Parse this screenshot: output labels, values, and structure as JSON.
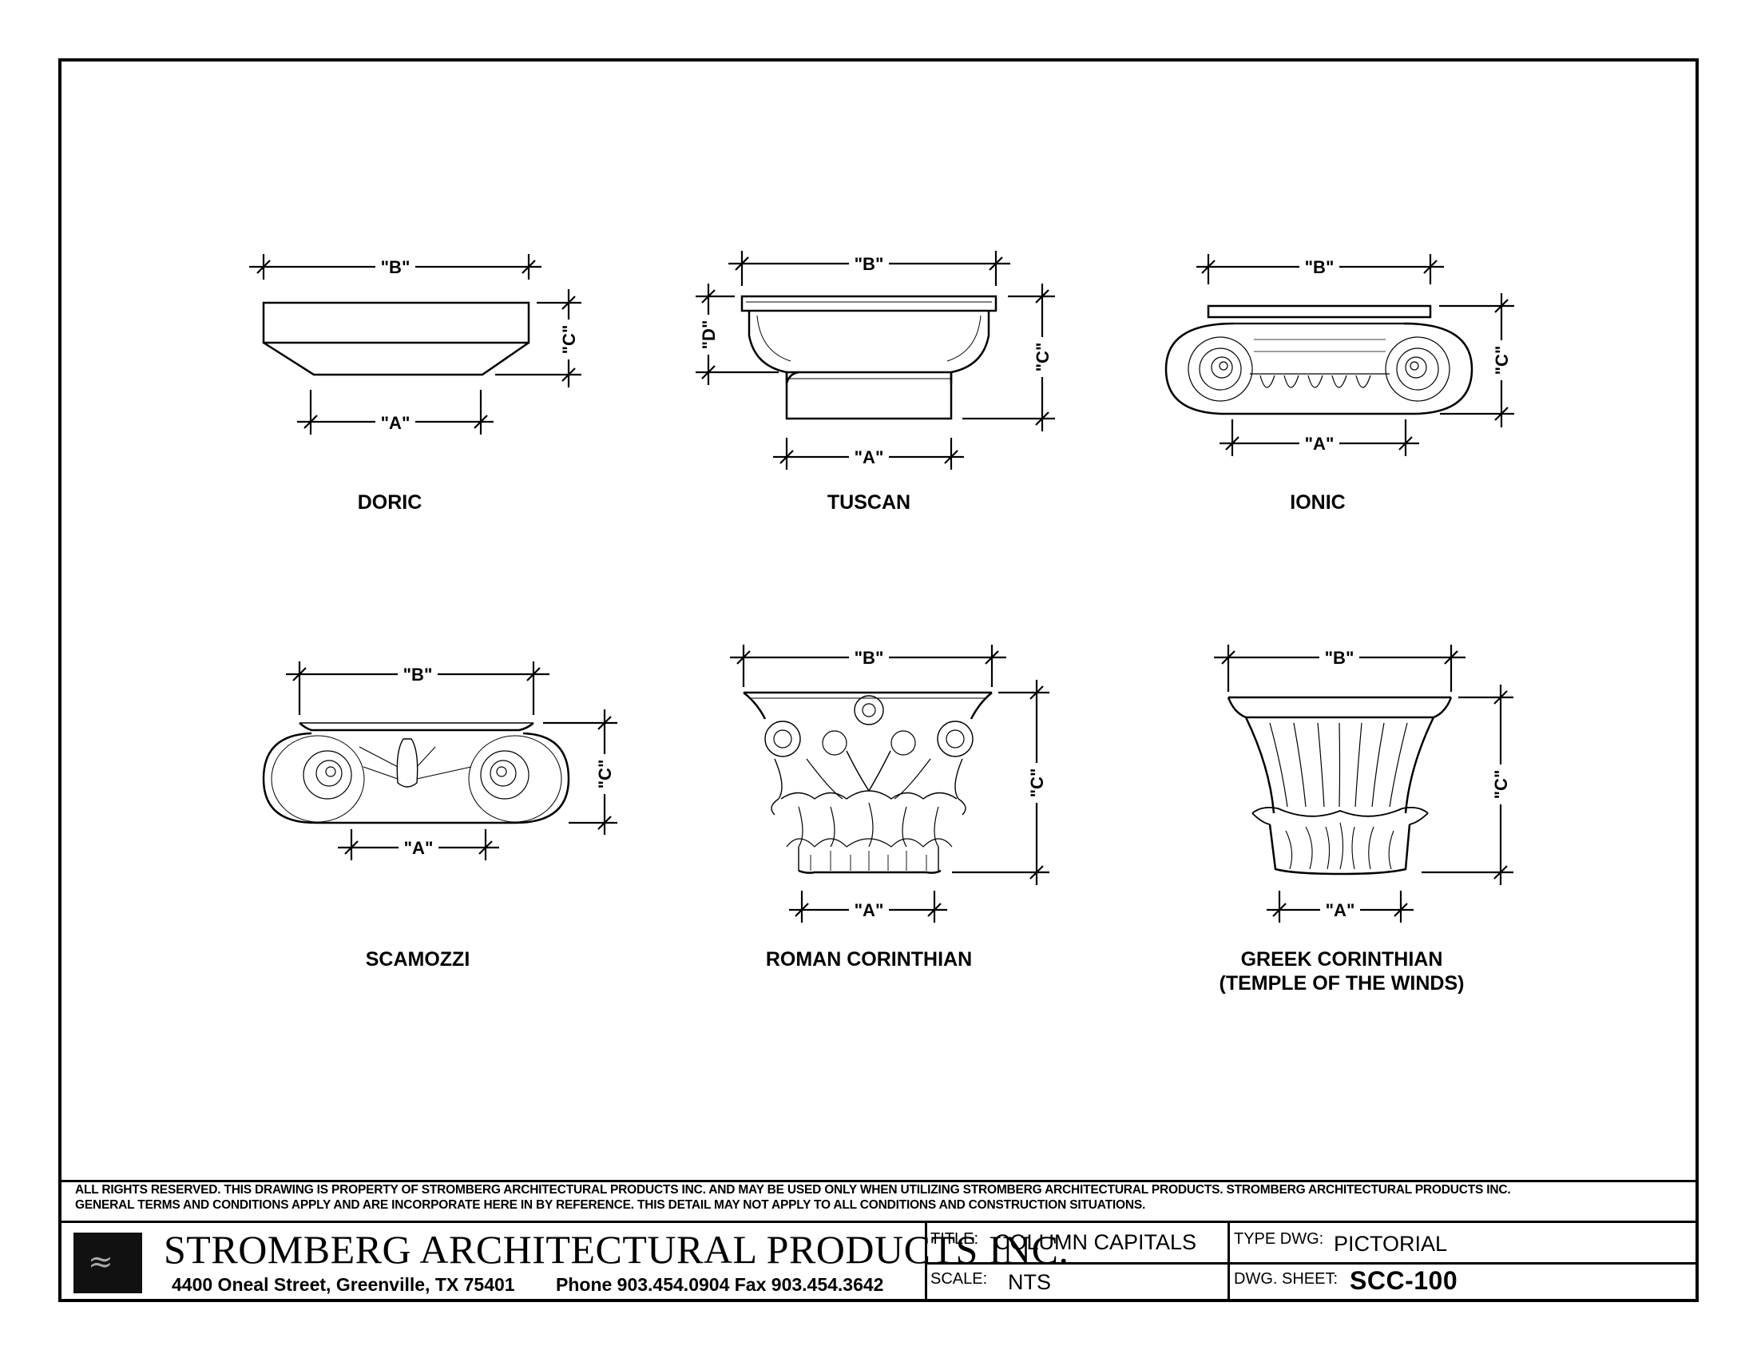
{
  "labels": {
    "doric": "DORIC",
    "tuscan": "TUSCAN",
    "ionic": "IONIC",
    "scamozzi": "SCAMOZZI",
    "roman": "ROMAN CORINTHIAN",
    "greek": "GREEK CORINTHIAN",
    "greek_sub": "(TEMPLE OF THE WINDS)"
  },
  "dims": {
    "a": "\"A\"",
    "b": "\"B\"",
    "c": "\"C\"",
    "d": "\"D\""
  },
  "notes": {
    "line1": "ALL RIGHTS RESERVED. THIS DRAWING IS PROPERTY OF STROMBERG ARCHITECTURAL PRODUCTS INC. AND MAY BE USED ONLY WHEN UTILIZING STROMBERG ARCHITECTURAL PRODUCTS.  STROMBERG ARCHITECTURAL PRODUCTS INC.",
    "line2": "GENERAL TERMS AND CONDITIONS APPLY AND ARE INCORPORATE HERE IN BY REFERENCE.  THIS DETAIL MAY NOT APPLY TO ALL CONDITIONS AND CONSTRUCTION SITUATIONS."
  },
  "title_block": {
    "company": "STROMBERG ARCHITECTURAL PRODUCTS INC.",
    "address": "4400 Oneal Street, Greenville, TX  75401",
    "phone_fax": "Phone 903.454.0904   Fax 903.454.3642",
    "title_key": "TITLE:",
    "title_val": "COLUMN CAPITALS",
    "scale_key": "SCALE:",
    "scale_val": "NTS",
    "type_key": "TYPE DWG:",
    "type_val": "PICTORIAL",
    "sheet_key": "DWG. SHEET:",
    "sheet_val": "SCC-100"
  },
  "colors": {
    "ink": "#000000",
    "paper": "#ffffff",
    "logo": "#111111"
  }
}
